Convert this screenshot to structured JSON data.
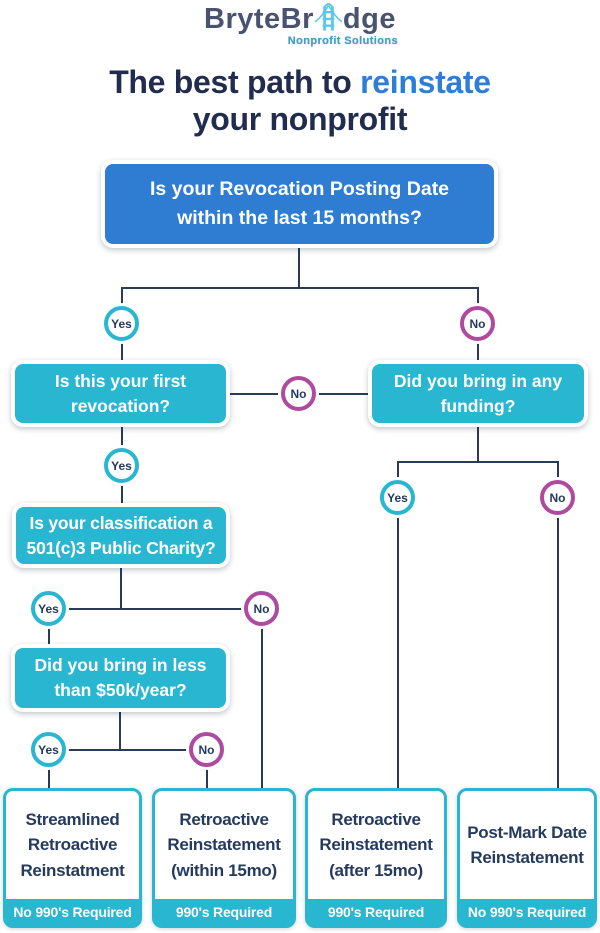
{
  "logo": {
    "wordmark_prefix": "BryteBr",
    "wordmark_suffix": "dge",
    "tagline": "Nonprofit Solutions"
  },
  "title": {
    "line1_normal": "The best path to ",
    "line1_highlight": "reinstate",
    "line2": "your nonprofit"
  },
  "labels": {
    "yes": "Yes",
    "no": "No"
  },
  "questions": {
    "revocation_date": "Is your Revocation Posting Date\nwithin the last 15 months?",
    "first_revocation": "Is this your first\nrevocation?",
    "any_funding": "Did you bring in any\nfunding?",
    "classification": "Is your classification a\n501(c)3 Public Charity?",
    "under_50k": "Did you bring in less\nthan $50k/year?"
  },
  "outcomes": [
    {
      "title": "Streamlined\nRetroactive\nReinstatment",
      "requirement": "No 990's Required"
    },
    {
      "title": "Retroactive\nReinstatement\n(within 15mo)",
      "requirement": "990's Required"
    },
    {
      "title": "Retroactive\nReinstatement\n(after 15mo)",
      "requirement": "990's Required"
    },
    {
      "title": "Post-Mark Date\nReinstatement",
      "requirement": "No 990's Required"
    }
  ],
  "colors": {
    "question_blue": "#2e7dd2",
    "teal": "#29b6d1",
    "no_magenta": "#ae4a9f",
    "navy_text": "#243a5e",
    "title_navy": "#212c4e",
    "title_highlight_blue": "#2e7ed8",
    "connector_line": "#2b3a57",
    "logo_gray_navy": "#49536f",
    "tagline_teal": "#3d9fc6"
  }
}
